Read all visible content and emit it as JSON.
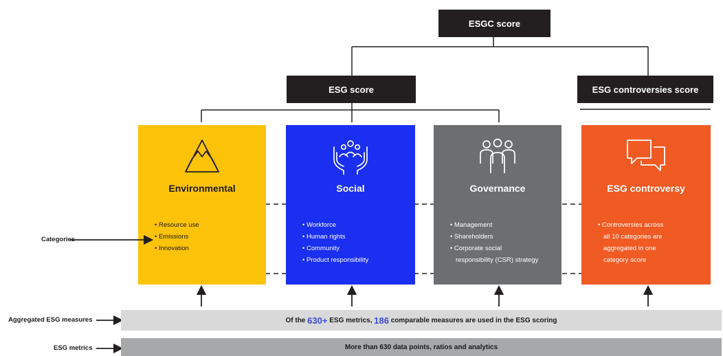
{
  "top": {
    "esgc_label": "ESGC score"
  },
  "level2": {
    "esg_label": "ESG score",
    "controversies_label": "ESG controversies score"
  },
  "cards": {
    "environmental": {
      "title": "Environmental",
      "items": [
        "Resource use",
        "Emissions",
        "Innovation"
      ],
      "color": "#fdc30a"
    },
    "social": {
      "title": "Social",
      "items": [
        "Workforce",
        "Human rights",
        "Community",
        "Product responsibility"
      ],
      "color": "#1a2ff0"
    },
    "governance": {
      "title": "Governance",
      "items": [
        "Management",
        "Shareholders",
        "Corporate social",
        "responsibility (CSR) strategy"
      ],
      "color": "#6d6e70"
    },
    "controversy": {
      "title": "ESG controversy",
      "items": [
        "Controversies across",
        "all 10 categories are",
        "aggregated in one",
        "category score"
      ],
      "color": "#f05a23"
    }
  },
  "labels": {
    "categories": "Categories",
    "aggregated": "Aggregated ESG measures",
    "metrics": "ESG metrics"
  },
  "bars": {
    "aggregated": {
      "prefix": "Of the ",
      "num1": "630+",
      "mid": " ESG metrics, ",
      "num2": "186",
      "suffix": " comparable measures are used in the ESG scoring"
    },
    "metrics": {
      "text": "More than 630 data points, ratios and analytics"
    }
  }
}
